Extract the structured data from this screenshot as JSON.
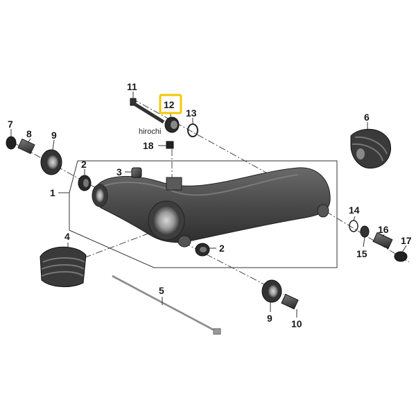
{
  "watermark": "hirochi",
  "highlight_color": "#f2c800",
  "callouts": {
    "c1": "1",
    "c2a": "2",
    "c2b": "2",
    "c3": "3",
    "c4": "4",
    "c5": "5",
    "c6": "6",
    "c7": "7",
    "c8": "8",
    "c9a": "9",
    "c9b": "9",
    "c10": "10",
    "c11": "11",
    "c12": "12",
    "c13": "13",
    "c14": "14",
    "c15": "15",
    "c16": "16",
    "c17": "17",
    "c18": "18"
  }
}
